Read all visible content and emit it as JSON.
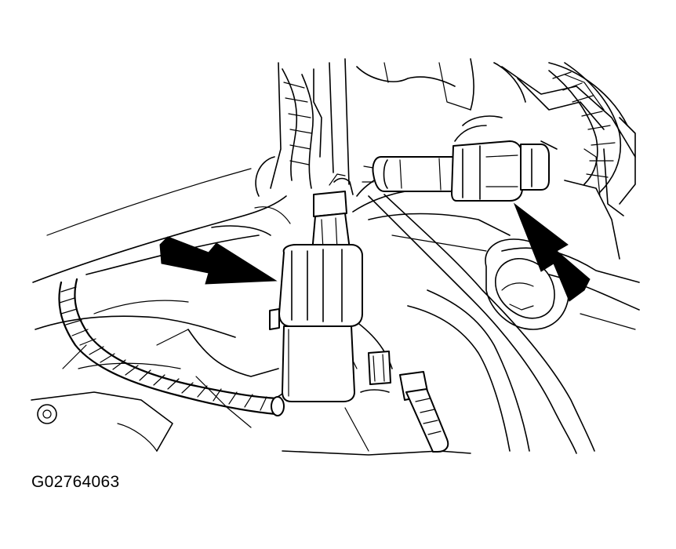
{
  "figure": {
    "id_label": "G02764063"
  },
  "callouts": [
    {
      "name": "left-sensor-connector",
      "pointer": "arrow"
    },
    {
      "name": "right-sensor-connector",
      "pointer": "arrow"
    }
  ],
  "style": {
    "line_color": "#000000",
    "background": "#ffffff"
  }
}
